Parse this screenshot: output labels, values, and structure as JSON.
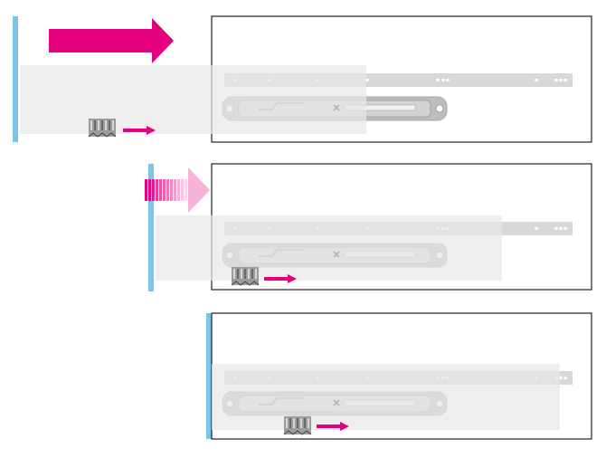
{
  "colors": {
    "accent": "#e5007e",
    "accent_light": "#f6b3d6",
    "blue_bar": "#7cc3ea",
    "drawer": "#e8e8e8",
    "rail": "#d4d0d4",
    "damper": "#bcbcbc",
    "frame": "#222222",
    "background": "#ffffff"
  },
  "icons": {
    "big_arrow": "arrow-right-icon",
    "fading_arrow": "arrow-right-faded-icon",
    "small_arrow": "arrow-right-icon",
    "catch": "catch-block-icon",
    "damper": "soft-close-damper-icon"
  },
  "steps": [
    {
      "id": 1,
      "motion": "fast",
      "drawer_state": "open"
    },
    {
      "id": 2,
      "motion": "decelerating",
      "drawer_state": "closing"
    },
    {
      "id": 3,
      "motion": "none",
      "drawer_state": "closed"
    }
  ]
}
